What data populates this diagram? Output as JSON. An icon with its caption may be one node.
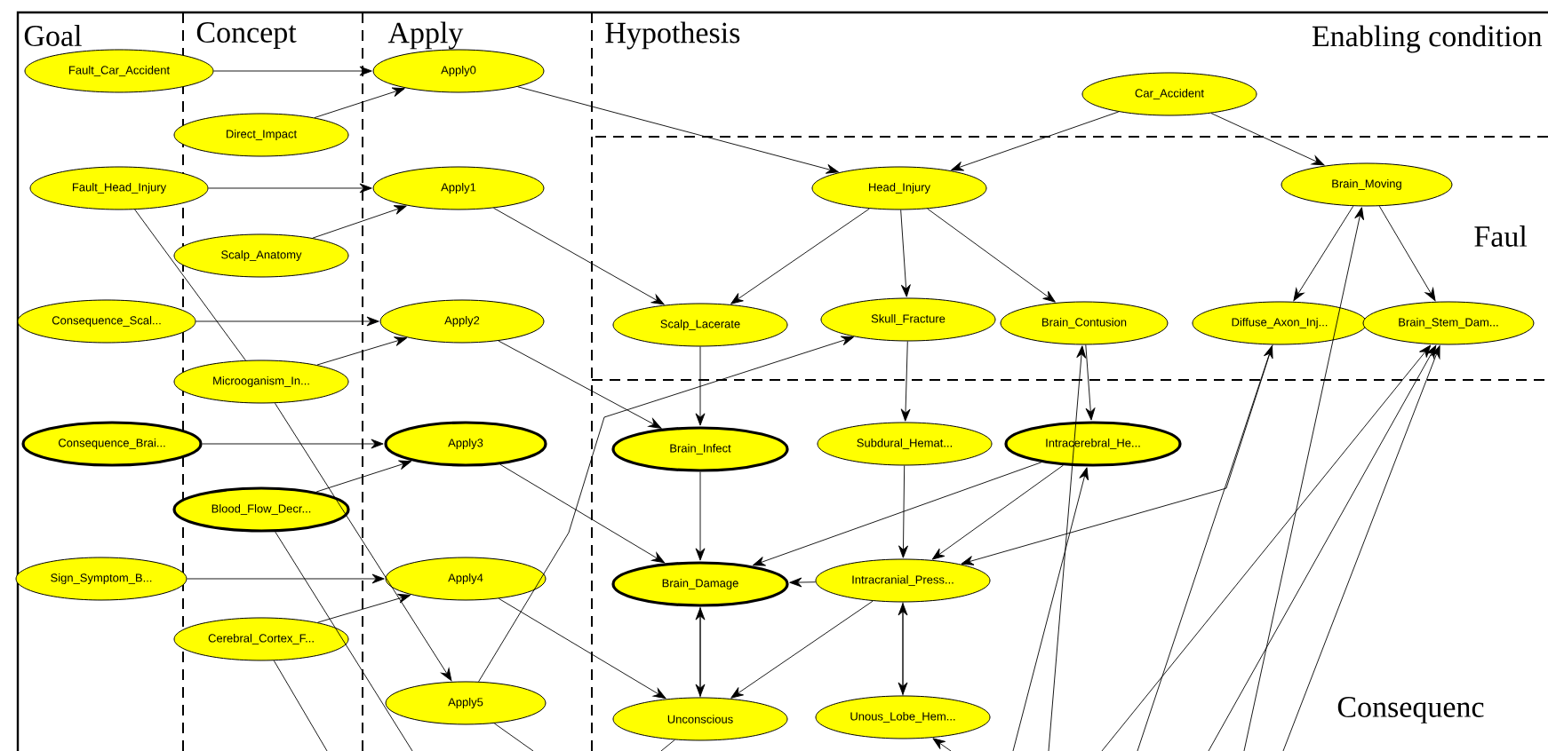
{
  "diagram": {
    "nodes": [
      {
        "text": [
          "Fault_Car_Accident"
        ]
      },
      {
        "text": [
          "Direct_Impact"
        ]
      },
      {
        "text": [
          "Fault_Head_Injury"
        ]
      },
      {
        "text": [
          "Scalp_Anatomy"
        ]
      },
      {
        "text": [
          "Consequence_Scal..."
        ]
      },
      {
        "text": [
          "Microoganism_In..."
        ]
      },
      {
        "text": [
          "Consequence_Brai..."
        ]
      },
      {
        "text": [
          "Blood_Flow_Decr..."
        ]
      },
      {
        "text": [
          "Sign_Symptom_B..."
        ]
      },
      {
        "text": [
          "Cerebral_Cortex_F..."
        ]
      },
      {
        "text": [
          "Apply0"
        ]
      },
      {
        "text": [
          "Apply1"
        ]
      },
      {
        "text": [
          "Apply2"
        ]
      },
      {
        "text": [
          "Apply3"
        ]
      },
      {
        "text": [
          "Apply4"
        ]
      },
      {
        "text": [
          "Apply5"
        ]
      },
      {
        "text": [
          "Car_Accident"
        ]
      },
      {
        "text": [
          "Head_Injury"
        ]
      },
      {
        "text": [
          "Brain_Moving"
        ]
      },
      {
        "text": [
          "Scalp_Lacerate"
        ]
      },
      {
        "text": [
          "Skull_Fracture"
        ]
      },
      {
        "text": [
          "Brain_Contusion"
        ]
      },
      {
        "text": [
          "Diffuse_Axon_Inj..."
        ]
      },
      {
        "text": [
          "Brain_Stem_Dam..."
        ]
      },
      {
        "text": [
          "Brain_Infect"
        ]
      },
      {
        "text": [
          "Subdural_Hemat..."
        ]
      },
      {
        "text": [
          "Intracerebral_He..."
        ]
      },
      {
        "text": [
          "Brain_Damage"
        ]
      },
      {
        "text": [
          "Intracranial_Press..."
        ]
      },
      {
        "text": [
          "Unconscious"
        ]
      },
      {
        "text": [
          "Unous_Lobe_Hem..."
        ]
      }
    ],
    "edges": [
      {
        "from": 0,
        "to": 10,
        "arrow": "to"
      },
      {
        "from": 1,
        "to": 10,
        "arrow": "to"
      },
      {
        "from": 2,
        "to": 11,
        "arrow": "to"
      },
      {
        "from": 3,
        "to": 11,
        "arrow": "to"
      },
      {
        "from": 4,
        "to": 12,
        "arrow": "to"
      },
      {
        "from": 5,
        "to": 12,
        "arrow": "to"
      },
      {
        "from": 6,
        "to": 13,
        "arrow": "to"
      },
      {
        "from": 7,
        "to": 13,
        "arrow": "to"
      },
      {
        "from": 8,
        "to": 14,
        "arrow": "to"
      },
      {
        "from": 9,
        "to": 14,
        "arrow": "to"
      },
      {
        "from": 10,
        "to": 17,
        "arrow": "to"
      },
      {
        "from": 16,
        "to": 17,
        "arrow": "to"
      },
      {
        "from": 16,
        "to": 18,
        "arrow": "to"
      },
      {
        "from": 11,
        "to": 19,
        "arrow": "to"
      },
      {
        "from": 17,
        "to": 19,
        "arrow": "to"
      },
      {
        "from": 17,
        "to": 20,
        "arrow": "to"
      },
      {
        "from": 17,
        "to": 21,
        "arrow": "to"
      },
      {
        "from": 18,
        "to": 22,
        "arrow": "to"
      },
      {
        "from": 18,
        "to": 23,
        "arrow": "to"
      },
      {
        "from": 19,
        "to": 24,
        "arrow": "to"
      },
      {
        "from": 20,
        "to": 25,
        "arrow": "to"
      },
      {
        "from": 21,
        "to": 26,
        "arrow": "to"
      },
      {
        "from": 12,
        "to": 24,
        "arrow": "to"
      },
      {
        "from": 13,
        "to": 27,
        "arrow": "to"
      },
      {
        "from": 14,
        "to": 29,
        "arrow": "to"
      },
      {
        "from": 15,
        "to": 20,
        "arrow": "to"
      },
      {
        "from": 24,
        "to": 27,
        "arrow": "to"
      },
      {
        "from": 25,
        "to": 28,
        "arrow": "to"
      },
      {
        "from": 28,
        "to": 27,
        "arrow": "to"
      },
      {
        "from": 26,
        "to": 27,
        "arrow": "to"
      },
      {
        "from": 27,
        "to": 29,
        "arrow": "to"
      },
      {
        "from": 29,
        "to": 27,
        "arrow": "to"
      },
      {
        "from": 28,
        "to": 30,
        "arrow": "to"
      },
      {
        "from": 30,
        "to": 28,
        "arrow": "to"
      },
      {
        "from": 28,
        "to": 29,
        "arrow": "to"
      },
      {
        "from": 26,
        "to": 28,
        "arrow": "to"
      },
      {
        "from": 22,
        "to": 28,
        "arrow": "to"
      },
      {
        "from": 5,
        "to": 15,
        "arrow": "to"
      },
      {
        "from": 2,
        "to": 5,
        "arrow": "none"
      },
      {
        "from": null,
        "to": 18,
        "arrow": "to"
      },
      {
        "from": null,
        "to": 23,
        "arrow": "to"
      },
      {
        "from": null,
        "to": 23,
        "arrow": "to"
      },
      {
        "from": null,
        "to": 23,
        "arrow": "to"
      },
      {
        "from": null,
        "to": 22,
        "arrow": "to"
      },
      {
        "from": null,
        "to": 21,
        "arrow": "to"
      },
      {
        "from": null,
        "to": 26,
        "arrow": "to"
      },
      {
        "from": null,
        "to": 30,
        "arrow": "to"
      },
      {
        "from": 7,
        "to": null,
        "arrow": "none"
      },
      {
        "from": 9,
        "to": null,
        "arrow": "none"
      },
      {
        "from": 15,
        "to": null,
        "arrow": "none"
      },
      {
        "from": 29,
        "to": null,
        "arrow": "none"
      }
    ],
    "labels": [
      "Goal",
      "Concept",
      "Apply",
      "Hypothesis",
      "Enabling condition",
      "Faul",
      "Consequenc"
    ]
  }
}
